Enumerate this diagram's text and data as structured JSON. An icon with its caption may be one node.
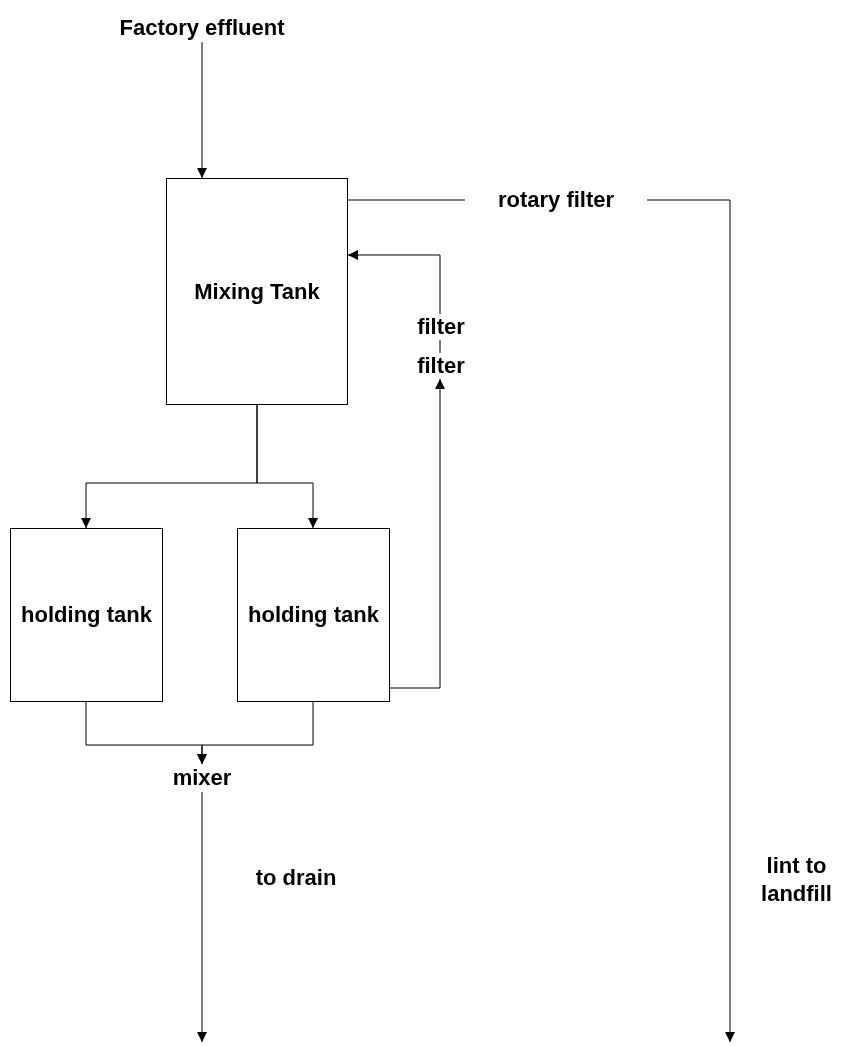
{
  "diagram": {
    "nodes": [
      {
        "text": [
          "Factory effluent"
        ]
      },
      {
        "text": [
          "Mixing Tank"
        ]
      },
      {
        "text": [
          "holding tank"
        ]
      },
      {
        "text": [
          "holding tank"
        ]
      },
      {
        "text": [
          "mixer"
        ]
      },
      {
        "text": [
          "rotary filter"
        ]
      },
      {
        "text": [
          "filter"
        ]
      },
      {
        "text": [
          "filter"
        ]
      }
    ],
    "edges": [
      {
        "from": 0,
        "to": 1,
        "arrow": "to"
      },
      {
        "from": 1,
        "to": 2,
        "arrow": "to"
      },
      {
        "from": 1,
        "to": 3,
        "arrow": "to"
      },
      {
        "from": 2,
        "to": 4,
        "arrow": "to"
      },
      {
        "from": 3,
        "to": 4,
        "arrow": "to"
      },
      {
        "from": 3,
        "to": 7,
        "arrow": "to"
      },
      {
        "from": 7,
        "to": 6,
        "arrow": "none"
      },
      {
        "from": 6,
        "to": 1,
        "arrow": "to"
      },
      {
        "from": 1,
        "to": 5,
        "arrow": "none"
      },
      {
        "from": 5,
        "to": null,
        "arrow": "to",
        "label": "lint to landfill"
      },
      {
        "from": 4,
        "to": null,
        "arrow": "to",
        "label": "to drain"
      }
    ]
  }
}
